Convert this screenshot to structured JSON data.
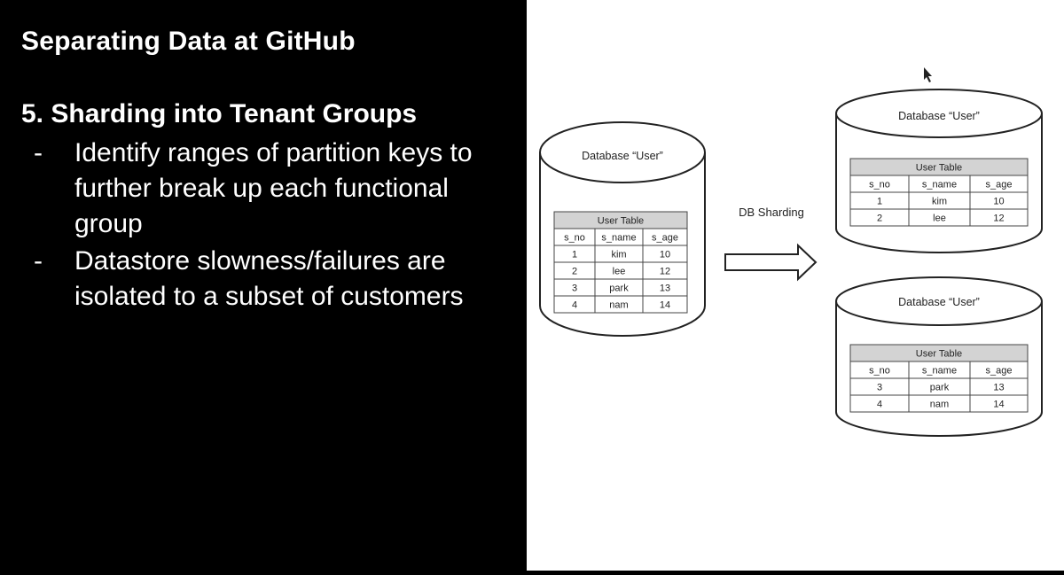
{
  "slide": {
    "title": "Separating Data at GitHub",
    "section": "5. Sharding into Tenant Groups",
    "bullets": [
      {
        "dash": "-",
        "text": "Identify ranges of partition keys to further break up each functional group"
      },
      {
        "dash": "-",
        "text": "Datastore slowness/failures are isolated to a subset of customers"
      }
    ]
  },
  "diagram": {
    "arrow_label": "DB Sharding",
    "source": {
      "db_label": "Database “User”",
      "table_title": "User Table",
      "headers": [
        "s_no",
        "s_name",
        "s_age"
      ],
      "rows": [
        [
          "1",
          "kim",
          "10"
        ],
        [
          "2",
          "lee",
          "12"
        ],
        [
          "3",
          "park",
          "13"
        ],
        [
          "4",
          "nam",
          "14"
        ]
      ]
    },
    "shard1": {
      "db_label": "Database “User”",
      "table_title": "User Table",
      "headers": [
        "s_no",
        "s_name",
        "s_age"
      ],
      "rows": [
        [
          "1",
          "kim",
          "10"
        ],
        [
          "2",
          "lee",
          "12"
        ]
      ]
    },
    "shard2": {
      "db_label": "Database “User”",
      "table_title": "User Table",
      "headers": [
        "s_no",
        "s_name",
        "s_age"
      ],
      "rows": [
        [
          "3",
          "park",
          "13"
        ],
        [
          "4",
          "nam",
          "14"
        ]
      ]
    }
  }
}
